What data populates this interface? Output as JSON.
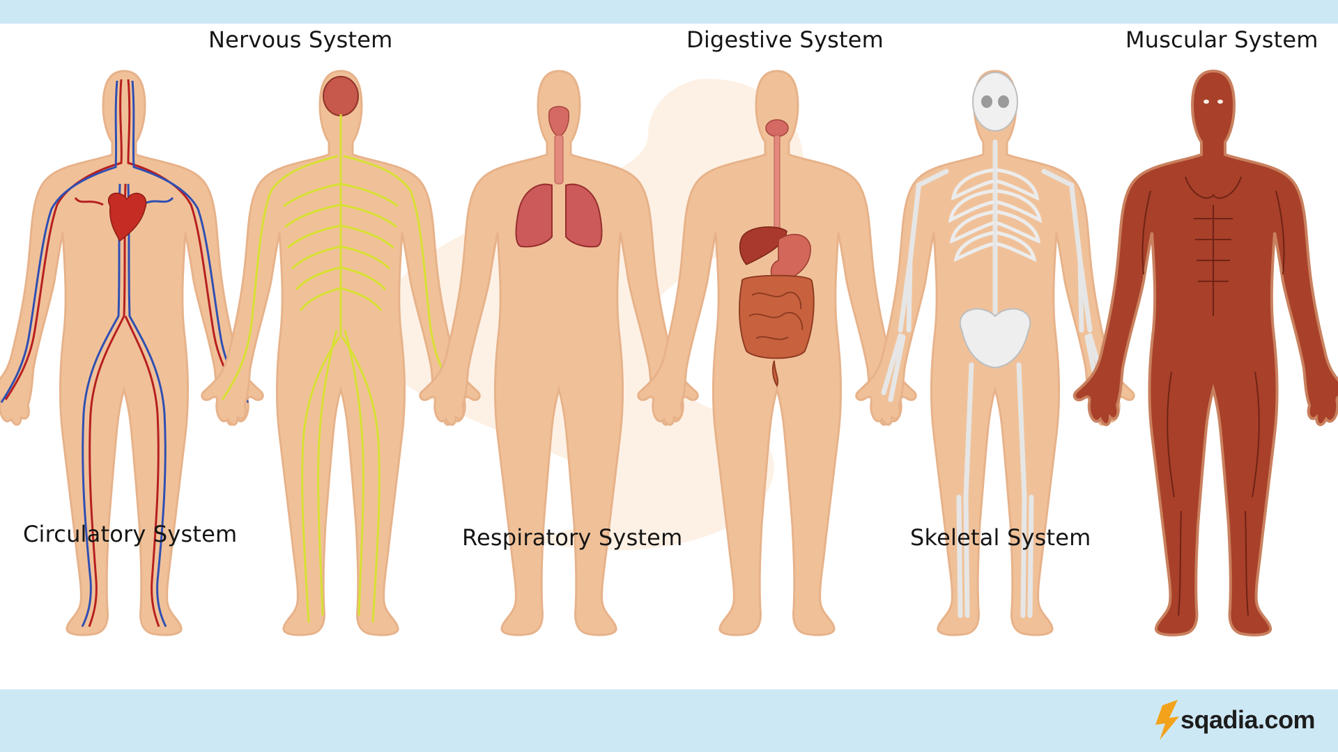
{
  "colors": {
    "band": "#cde8f5",
    "skin": "#f0c199",
    "skin_edge": "#e7b28a",
    "artery": "#b71f1f",
    "vein": "#2f4fb3",
    "nerve": "#d7e034",
    "organ": "#d56a64",
    "bone": "#e6e6e6",
    "muscle": "#a8402a",
    "watermark": "#fdf0e2",
    "logo_orange": "#f2a31b"
  },
  "labels": {
    "circulatory": "Circulatory System",
    "nervous": "Nervous System",
    "respiratory": "Respiratory System",
    "digestive": "Digestive System",
    "skeletal": "Skeletal System",
    "muscular": "Muscular System"
  },
  "footer": {
    "logo_text": "sqadia.com",
    "logo_icon": "sqadia-logo-icon"
  }
}
